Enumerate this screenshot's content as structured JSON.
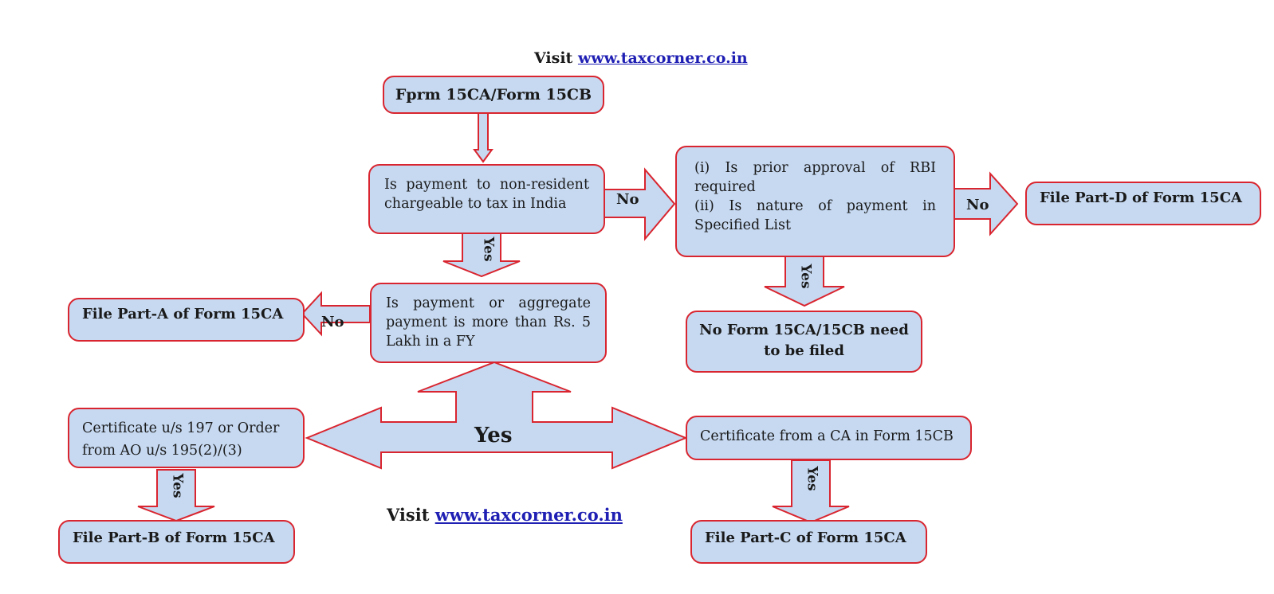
{
  "header_visit": {
    "prefix": "Visit",
    "url": "www.taxcorner.co.in"
  },
  "footer_visit": {
    "prefix": "Visit",
    "url": "www.taxcorner.co.in"
  },
  "boxes": {
    "start": "Fprm 15CA/Form 15CB",
    "q_chargeable": "Is payment to non-resident chargeable to tax in India",
    "q_rbi_line1": "(i) Is prior approval of RBI required",
    "q_rbi_line2": "(ii) Is nature of payment in Specified List",
    "part_d": "File Part-D of Form 15CA",
    "no_form": "No Form 15CA/15CB need to be filed",
    "q_amount": "Is payment or aggregate payment is more than Rs. 5 Lakh in a FY",
    "part_a": "File Part-A of Form 15CA",
    "cert_197": "Certificate u/s 197 or Order from AO u/s 195(2)/(3)",
    "cert_ca": "Certificate from a CA in Form 15CB",
    "part_b": "File Part-B of Form 15CA",
    "part_c": "File Part-C of Form 15CA"
  },
  "labels": {
    "no_1": "No",
    "no_2": "No",
    "no_3": "No",
    "yes_1": "Yes",
    "yes_2": "Yes",
    "yes_3": "Yes",
    "yes_4": "Yes",
    "yes_big": "Yes"
  },
  "colors": {
    "fill": "#c6d9f1",
    "border": "#d9252f",
    "link": "#1f1fb4"
  }
}
